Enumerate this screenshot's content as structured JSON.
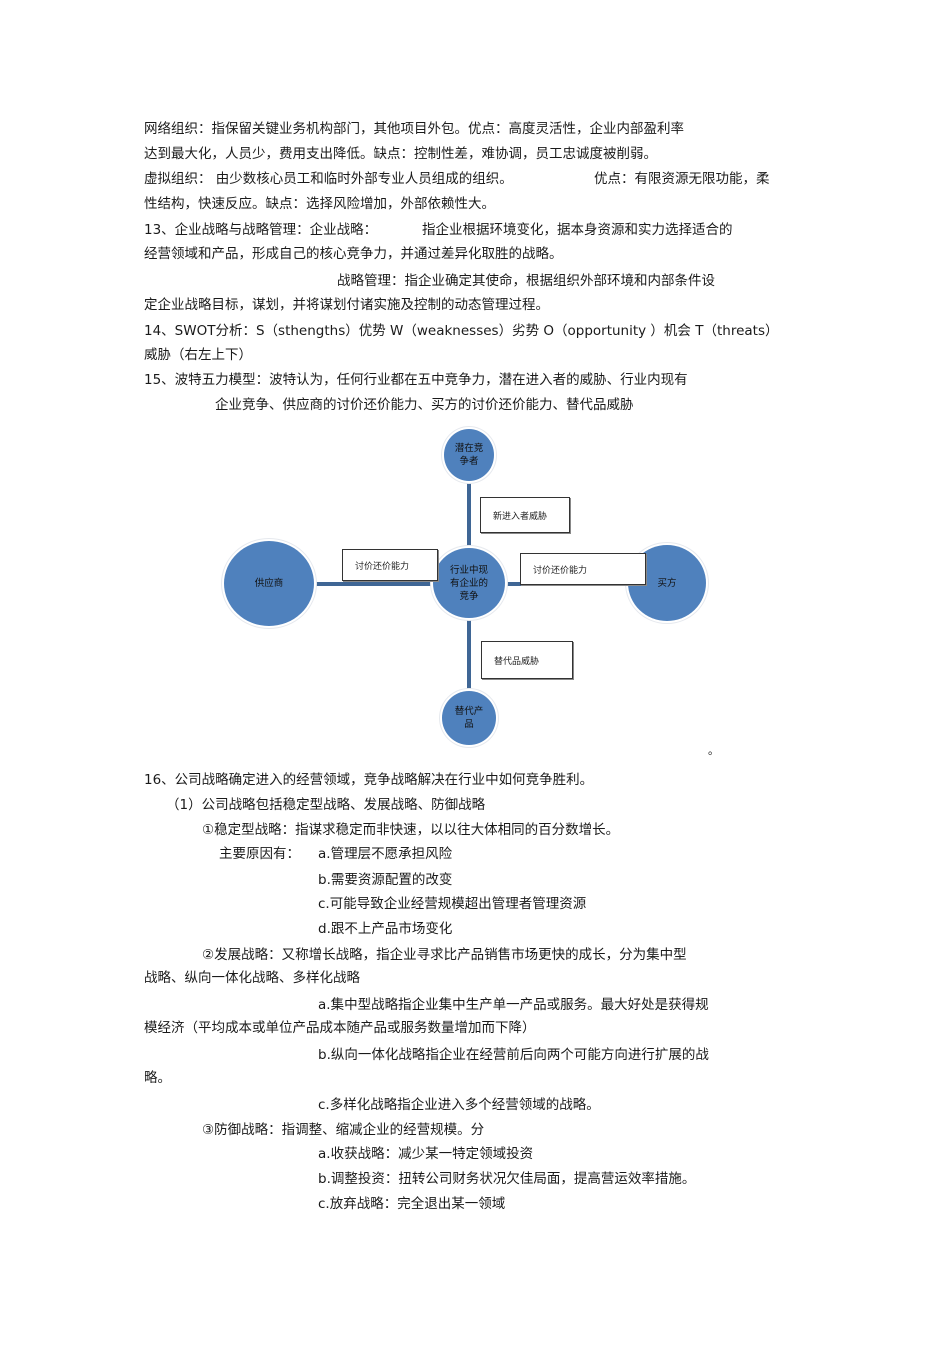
{
  "paragraphs": {
    "network_org_1": "网络组织：指保留关键业务机构部门，其他项目外包。优点：高度灵活性，企业内部盈利率",
    "network_org_2": "达到最大化，人员少，费用支出降低。缺点：控制性差，难协调，员工忠诚度被削弱。",
    "virtual_org_1a": "虚拟组织：   由少数核心员工和临时外部专业人员组成的组织。",
    "virtual_org_1b": "优点：有限资源无限功能，柔",
    "virtual_org_2": "性结构，快速反应。缺点：选择风险增加，外部依赖性大。",
    "s13_1a": "13、企业战略与战略管理：企业战略：",
    "s13_1b": "指企业根据环境变化，据本身资源和实力选择适合的",
    "s13_2": "经营领域和产品，形成自己的核心竞争力，并通过差异化取胜的战略。",
    "s13_3": "战略管理：指企业确定其使命，根据组织外部环境和内部条件设",
    "s13_4": "定企业战略目标，谋划，并将谋划付诸实施及控制的动态管理过程。",
    "s14_1": "14、SWOT分析：S（sthengths）优势   W（weaknesses）劣势   O（opportunity ）机会   T（threats）",
    "s14_2": "威胁（右左上下）",
    "s15_1": "15、波特五力模型：波特认为，任何行业都在五中竞争力，潜在进入者的威胁、行业内现有",
    "s15_2": "企业竞争、供应商的讨价还价能力、买方的讨价还价能力、替代品威胁"
  },
  "diagram": {
    "colors": {
      "node_fill": "#4f81bd",
      "connector": "#3f6695",
      "box_border": "#333333"
    },
    "nodes": {
      "top": "潜在竞\n争者",
      "center": "行业中现\n有企业的\n竞争",
      "left": "供应商",
      "right": "买方",
      "bottom": "替代产\n品"
    },
    "labels": {
      "new_entrant_threat": "新进入者威胁",
      "left_bargaining": "讨价还价能力",
      "right_bargaining": "讨价还价能力",
      "substitute_threat": "替代品威胁"
    },
    "trailing_mark": "。"
  },
  "section16": {
    "title": "16、公司战略确定进入的经营领域，竞争战略解决在行业中如何竞争胜利。",
    "sub1": "（1）公司战略包括稳定型战略、发展战略、防御战略",
    "stable": {
      "heading": "①稳定型战略：指谋求稳定而非快速，以以往大体相同的百分数增长。",
      "reasons_label": "主要原因有：",
      "reasons": [
        "a.管理层不愿承担风险",
        "b.需要资源配置的改变",
        "c.可能导致企业经营规模超出管理者管理资源",
        "d.跟不上产品市场变化"
      ]
    },
    "growth": {
      "heading_1": "②发展战略：又称增长战略，指企业寻求比产品销售市场更快的成长，分为集中型",
      "heading_2": "战略、纵向一体化战略、多样化战略",
      "a_1": "a.集中型战略指企业集中生产单一产品或服务。最大好处是获得规",
      "a_2": "模经济（平均成本或单位产品成本随产品或服务数量增加而下降）",
      "b_1": "b.纵向一体化战略指企业在经营前后向两个可能方向进行扩展的战",
      "b_2": "略。",
      "c_1": "c.多样化战略指企业进入多个经营领域的战略。"
    },
    "defensive": {
      "heading": "③防御战略：指调整、缩减企业的经营规模。分",
      "items": [
        "a.收获战略：减少某一特定领域投资",
        "b.调整投资：扭转公司财务状况欠佳局面，提高营运效率措施。",
        "c.放弃战略：完全退出某一领域"
      ]
    }
  }
}
